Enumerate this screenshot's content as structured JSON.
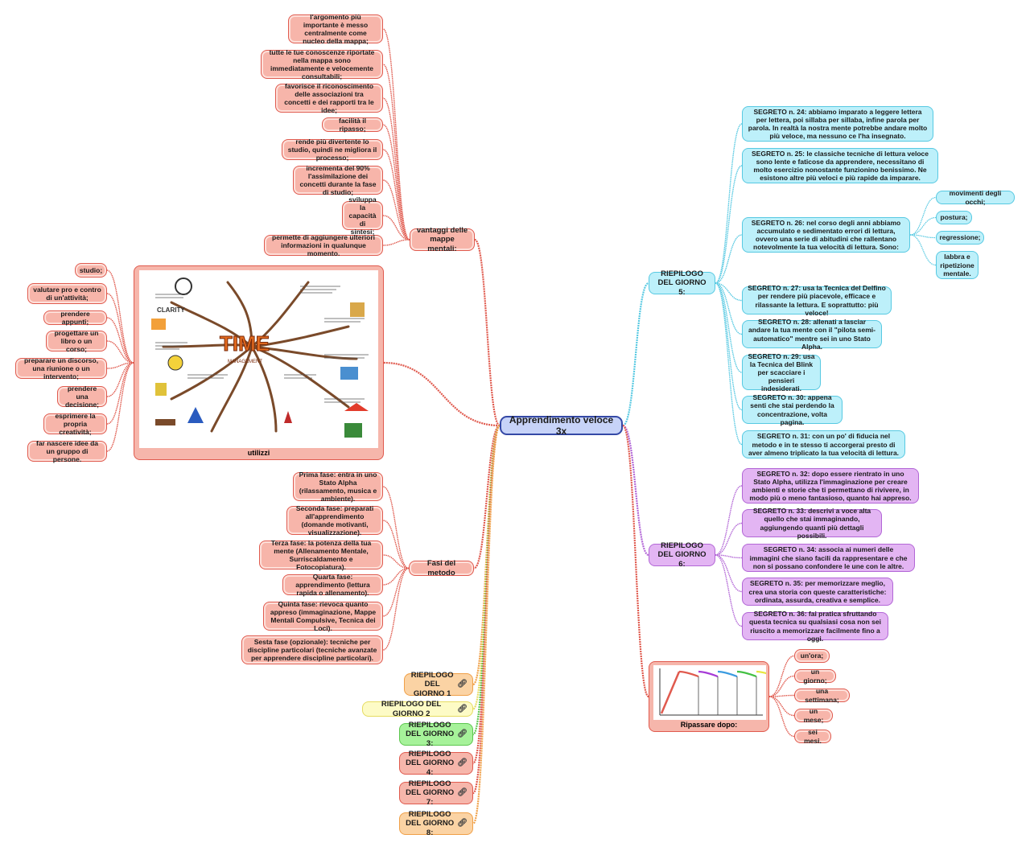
{
  "central": "Apprendimento veloce 3x",
  "vantaggi": {
    "title": "vantaggi delle mappe mentali:",
    "items": [
      "l'argomento più importante è messo centralmente come nucleo della mappa;",
      "tutte le tue conoscenze riportate nella mappa sono immediatamente e velocemente consultabili;",
      "favorisce il riconoscimento delle associazioni tra concetti e dei rapporti tra le idee;",
      "facilità il ripasso;",
      "rende più divertente lo studio, quindi ne migliora il processo;",
      "incrementa del 90% l'assimilazione dei concetti durante la fase di studio;",
      "sviluppa la capacità di sintesi;",
      "permette di aggiungere ulteriori informazioni in qualunque momento."
    ]
  },
  "utilizzi": {
    "caption": "utilizzi",
    "image_words": [
      "TIME",
      "MANAGEMENT",
      "CLARITY"
    ],
    "items": [
      "studio;",
      "valutare pro e contro di un'attività;",
      "prendere appunti;",
      "progettare un libro o un corso;",
      "preparare un discorso, una riunione o un intervento;",
      "prendere una decisione;",
      "esprimere la propria creatività;",
      "far nascere idee da un gruppo di persone."
    ]
  },
  "fasi": {
    "title": "Fasi del metodo",
    "items": [
      "Prima fase: entra in uno Stato Alpha (rilassamento, musica e ambiente).",
      "Seconda fase: preparati all'apprendimento (domande motivanti, visualizzazione).",
      "Terza fase: la potenza della tua mente (Allenamento Mentale, Surriscaldamento e Fotocopiatura).",
      "Quarta fase: apprendimento (lettura rapida o allenamento).",
      "Quinta fase: rievoca quanto appreso (immaginazione, Mappe Mentali Compulsive, Tecnica dei Loci).",
      "Sesta fase (opzionale): tecniche per discipline particolari (tecniche avanzate per apprendere discipline particolari)."
    ]
  },
  "riepiloghi_left": [
    {
      "label": "RIEPILOGO DEL GIORNO 1",
      "color": "#fbd3a4"
    },
    {
      "label": "RIEPILOGO DEL GIORNO 2",
      "color": "#fdfbc6"
    },
    {
      "label": "RIEPILOGO DEL GIORNO 3:",
      "color": "#a6f29a"
    },
    {
      "label": "RIEPILOGO DEL GIORNO 4:",
      "color": "#f6b6ab"
    },
    {
      "label": "RIEPILOGO DEL GIORNO 7:",
      "color": "#f6b6ab"
    },
    {
      "label": "RIEPILOGO DEL GIORNO 8:",
      "color": "#fbd3a4"
    }
  ],
  "riepilogo_icon": "link-icon",
  "giorno5": {
    "title": "RIEPILOGO DEL GIORNO 5:",
    "segreti": [
      "SEGRETO n. 24: abbiamo imparato a leggere lettera per lettera, poi sillaba per sillaba, infine parola per parola. In realtà la nostra mente potrebbe andare molto più veloce, ma nessuno ce l'ha insegnato.",
      "SEGRETO n. 25: le classiche tecniche di lettura veloce sono lente e faticose da apprendere, necessitano di molto esercizio nonostante funzionino benissimo. Ne esistono altre più veloci e più rapide da imparare.",
      "SEGRETO n. 26: nel corso degli anni abbiamo accumulato e sedimentato errori di lettura, ovvero una serie di abitudini che rallentano notevolmente la tua velocità di lettura. Sono:",
      "SEGRETO n. 27: usa la Tecnica del Delfino per rendere più piacevole, efficace e rilassante la lettura. E soprattutto: più veloce!",
      "SEGRETO n. 28: allenati a lasciar andare la tua mente con il \"pilota semi-automatico\" mentre sei in uno Stato Alpha.",
      "SEGRETO n. 29: usa la Tecnica del Blink per scacciare i pensieri indesiderati.",
      "SEGRETO n. 30: appena senti che stai perdendo la concentrazione, volta pagina.",
      "SEGRETO n. 31: con un po' di fiducia nel metodo e in te stesso ti accorgerai presto di aver almeno triplicato la tua velocità di lettura."
    ],
    "errori": [
      "movimenti degli occhi;",
      "postura;",
      "regressione;",
      "labbra e ripetizione mentale."
    ]
  },
  "giorno6": {
    "title": "RIEPILOGO DEL GIORNO 6:",
    "segreti": [
      "SEGRETO n. 32: dopo essere rientrato in uno Stato Alpha, utilizza l'immaginazione per creare ambienti e storie che ti permettano di rivivere, in modo più o meno fantasioso, quanto hai appreso.",
      "SEGRETO n. 33: descrivi a voce alta quello che stai immaginando, aggiungendo quanti più dettagli possibili.",
      "SEGRETO n. 34: associa ai numeri delle immagini che siano facili da rappresentare e che non si possano confondere le une con le altre.",
      "SEGRETO n. 35: per memorizzare meglio, crea una storia con queste caratteristiche: ordinata, assurda, creativa e semplice.",
      "SEGRETO n. 36: fai pratica sfruttando questa tecnica su qualsiasi cosa non sei riuscito a memorizzare facilmente fino a oggi."
    ]
  },
  "ripassare": {
    "caption": "Ripassare dopo:",
    "items": [
      "un'ora;",
      "un giorno;",
      "una settimana;",
      "un mese;",
      "sei mesi."
    ],
    "curve_colors": [
      "#e05a4e",
      "#a63bd6",
      "#3a9be0",
      "#43c043",
      "#e6e640"
    ]
  },
  "colors": {
    "red": "#e05a4e",
    "cyan": "#57c9e2",
    "purple": "#b266d6",
    "orange": "#f0a048",
    "yellow": "#e6dc61",
    "green": "#5dc64f",
    "central_border": "#3549a6"
  }
}
